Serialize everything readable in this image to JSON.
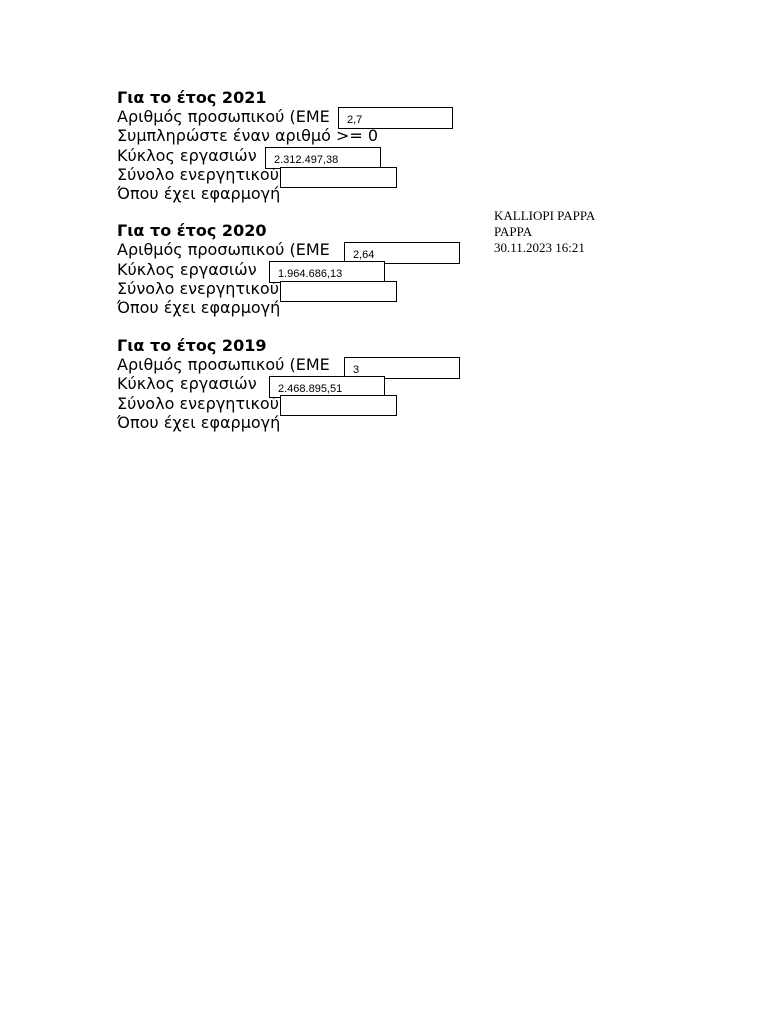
{
  "year2021": {
    "heading": "Για το έτος 2021",
    "staff_label": "Αριθμός προσωπικού (ΕΜΕ",
    "staff_value": "2,7",
    "hint": "Συμπληρώστε έναν αριθμό >= 0",
    "turnover_label": "Κύκλος εργασιών",
    "turnover_value": "2.312.497,38",
    "assets_label": "Σύνολο ενεργητικού",
    "assets_value": "",
    "applicable_label": "Όπου έχει εφαρμογή"
  },
  "year2020": {
    "heading": "Για το έτος 2020",
    "staff_label": "Αριθμός προσωπικού (ΕΜΕ",
    "staff_value": "2,64",
    "turnover_label": "Κύκλος εργασιών",
    "turnover_value": "1.964.686,13",
    "assets_label": "Σύνολο ενεργητικού",
    "assets_value": "",
    "applicable_label": "Όπου έχει εφαρμογή"
  },
  "year2019": {
    "heading": "Για το έτος 2019",
    "staff_label": "Αριθμός προσωπικού (ΕΜΕ",
    "staff_value": "3",
    "turnover_label": "Κύκλος εργασιών",
    "turnover_value": "2.468.895,51",
    "assets_label": "Σύνολο ενεργητικού",
    "assets_value": "",
    "applicable_label": "Όπου έχει εφαρμογή"
  },
  "signature": {
    "line1": "KALLIOPI PAPPA",
    "line2": "PAPPA",
    "line3": "30.11.2023 16:21"
  }
}
